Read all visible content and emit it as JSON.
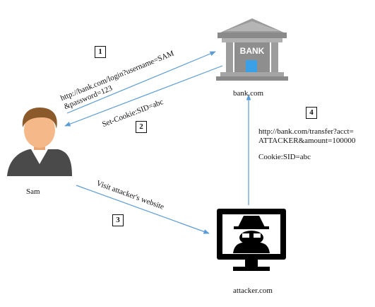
{
  "nodes": {
    "bank": {
      "label": "bank.com",
      "sign": "BANK"
    },
    "user": {
      "label": "Sam"
    },
    "attacker": {
      "label": "attacker.com"
    }
  },
  "steps": [
    {
      "number": "1",
      "text_line1": "http://bank.com/login?username=SAM",
      "text_line2": "&password=123"
    },
    {
      "number": "2",
      "text": "Set-Cookie:SID=abc"
    },
    {
      "number": "3",
      "text": "Visit attacker's website"
    },
    {
      "number": "4",
      "text_line1": "http://bank.com/transfer?acct=",
      "text_line2": "ATTACKER&amount=100000",
      "cookie": "Cookie:SID=abc"
    }
  ],
  "colors": {
    "arrow": "#5b9bd5",
    "bank_stone": "#9a9a9a",
    "bank_accent": "#3aa0e8",
    "skin": "#f5b888",
    "hair": "#8a5a2b",
    "shirt": "#4a4a4a",
    "monitor": "#000000"
  },
  "icons": [
    "bank-icon",
    "user-avatar-icon",
    "hacker-monitor-icon"
  ]
}
